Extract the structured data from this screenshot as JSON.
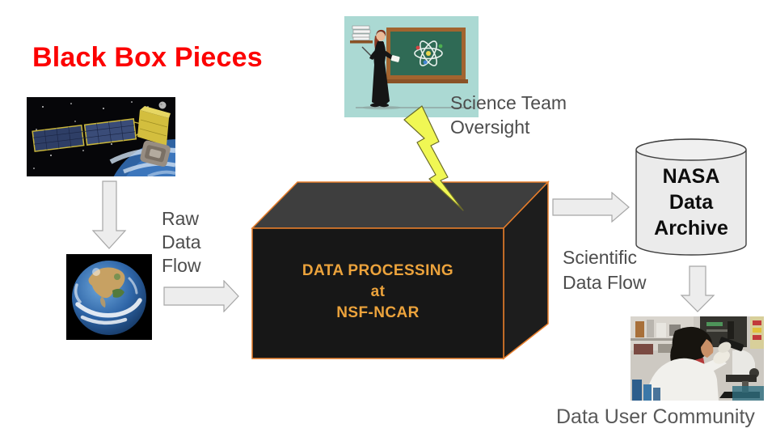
{
  "slide": {
    "title": "Black Box Pieces",
    "title_color": "#FC0000"
  },
  "processing_box": {
    "lines": [
      "DATA PROCESSING",
      "at",
      "NSF-NCAR"
    ],
    "text_color": "#ECA33C",
    "outline_color": "#E87E2B",
    "front_color": "#171717",
    "top_color": "#3E3E3E",
    "side_color": "#1D1D1D"
  },
  "archive_cylinder": {
    "lines": [
      "NASA",
      "Data",
      "Archive"
    ],
    "fill": "#EBEBEB",
    "stroke": "#404040"
  },
  "labels": {
    "raw_flow": [
      "Raw",
      "Data",
      "Flow"
    ],
    "science_team": [
      "Science Team",
      "Oversight"
    ],
    "scientific_flow": [
      "Scientific",
      "Data Flow"
    ],
    "data_user_community": "Data User Community",
    "text_color": "#4D4D4D"
  },
  "connectors": {
    "arrow_fill": "#EDEDED",
    "arrow_stroke": "#A6A6A6",
    "lightning_fill": "#F0F754",
    "lightning_stroke": "#6A6A2A"
  },
  "icons": {
    "satellite_image": "satellite-over-earth-photo",
    "earth_image": "earth-from-space-photo",
    "teacher_image": "teacher-at-chalkboard-clipart",
    "scientist_image": "scientist-microscope-photo",
    "lightning": "lightning-bolt-connector",
    "arrow_down_1": "down-arrow",
    "arrow_right_1": "right-arrow",
    "arrow_right_2": "right-arrow",
    "arrow_down_2": "down-arrow"
  }
}
